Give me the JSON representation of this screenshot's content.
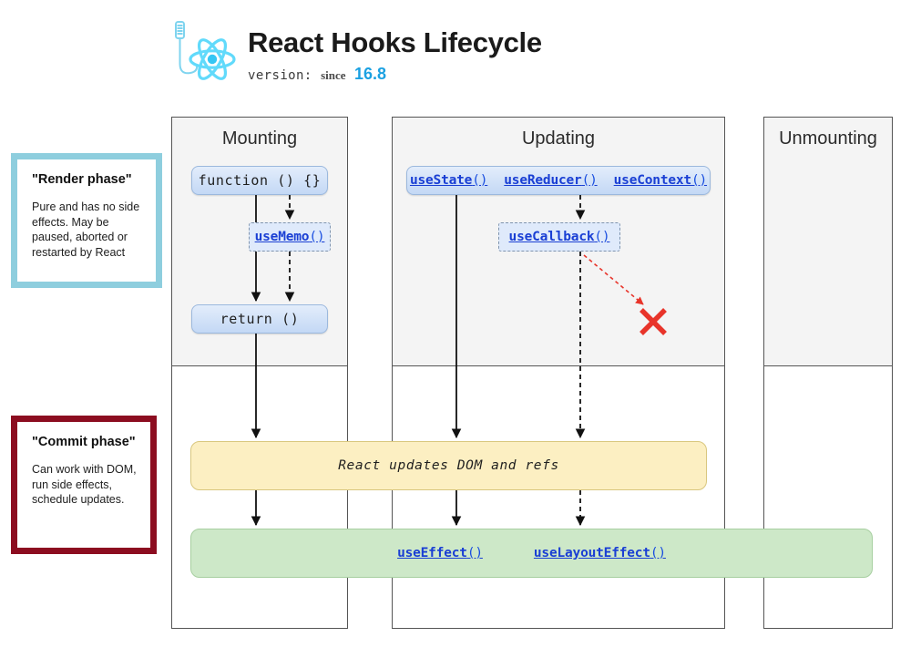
{
  "header": {
    "title": "React Hooks Lifecycle",
    "version_label": "version:",
    "version_since": "since",
    "version_number": "16.8",
    "logo_icon": "react-atom-hook-icon",
    "accent_color": "#1ba1e2"
  },
  "phases": [
    {
      "id": "render",
      "title": "\"Render phase\"",
      "description": "Pure and has no side effects. May be paused, aborted or restarted by React",
      "border_color": "#8ecede"
    },
    {
      "id": "commit",
      "title": "\"Commit phase\"",
      "description": "Can work with DOM, run side effects, schedule updates.",
      "border_color": "#8c0d20"
    }
  ],
  "columns": [
    {
      "id": "mounting",
      "heading": "Mounting"
    },
    {
      "id": "updating",
      "heading": "Updating"
    },
    {
      "id": "unmounting",
      "heading": "Unmounting"
    }
  ],
  "nodes": {
    "function": "function () {}",
    "use_memo": "useMemo",
    "use_memo_paren": "()",
    "return": "return ()",
    "use_state": "useState",
    "use_state_paren": "()",
    "use_reducer": "useReducer",
    "use_reducer_paren": "()",
    "use_context": "useContext",
    "use_context_paren": "()",
    "use_callback": "useCallback",
    "use_callback_paren": "()"
  },
  "bars": {
    "dom_update": "React updates DOM and refs",
    "use_effect": "useEffect",
    "use_effect_paren": "()",
    "use_layout_effect": "useLayoutEffect",
    "use_layout_effect_paren": "()",
    "dom_bar_color": "#fcefc2",
    "effects_bar_color": "#cde8c8"
  },
  "markers": {
    "no_commit_marker": "red-x-marker",
    "no_commit_color": "#e8342a"
  }
}
